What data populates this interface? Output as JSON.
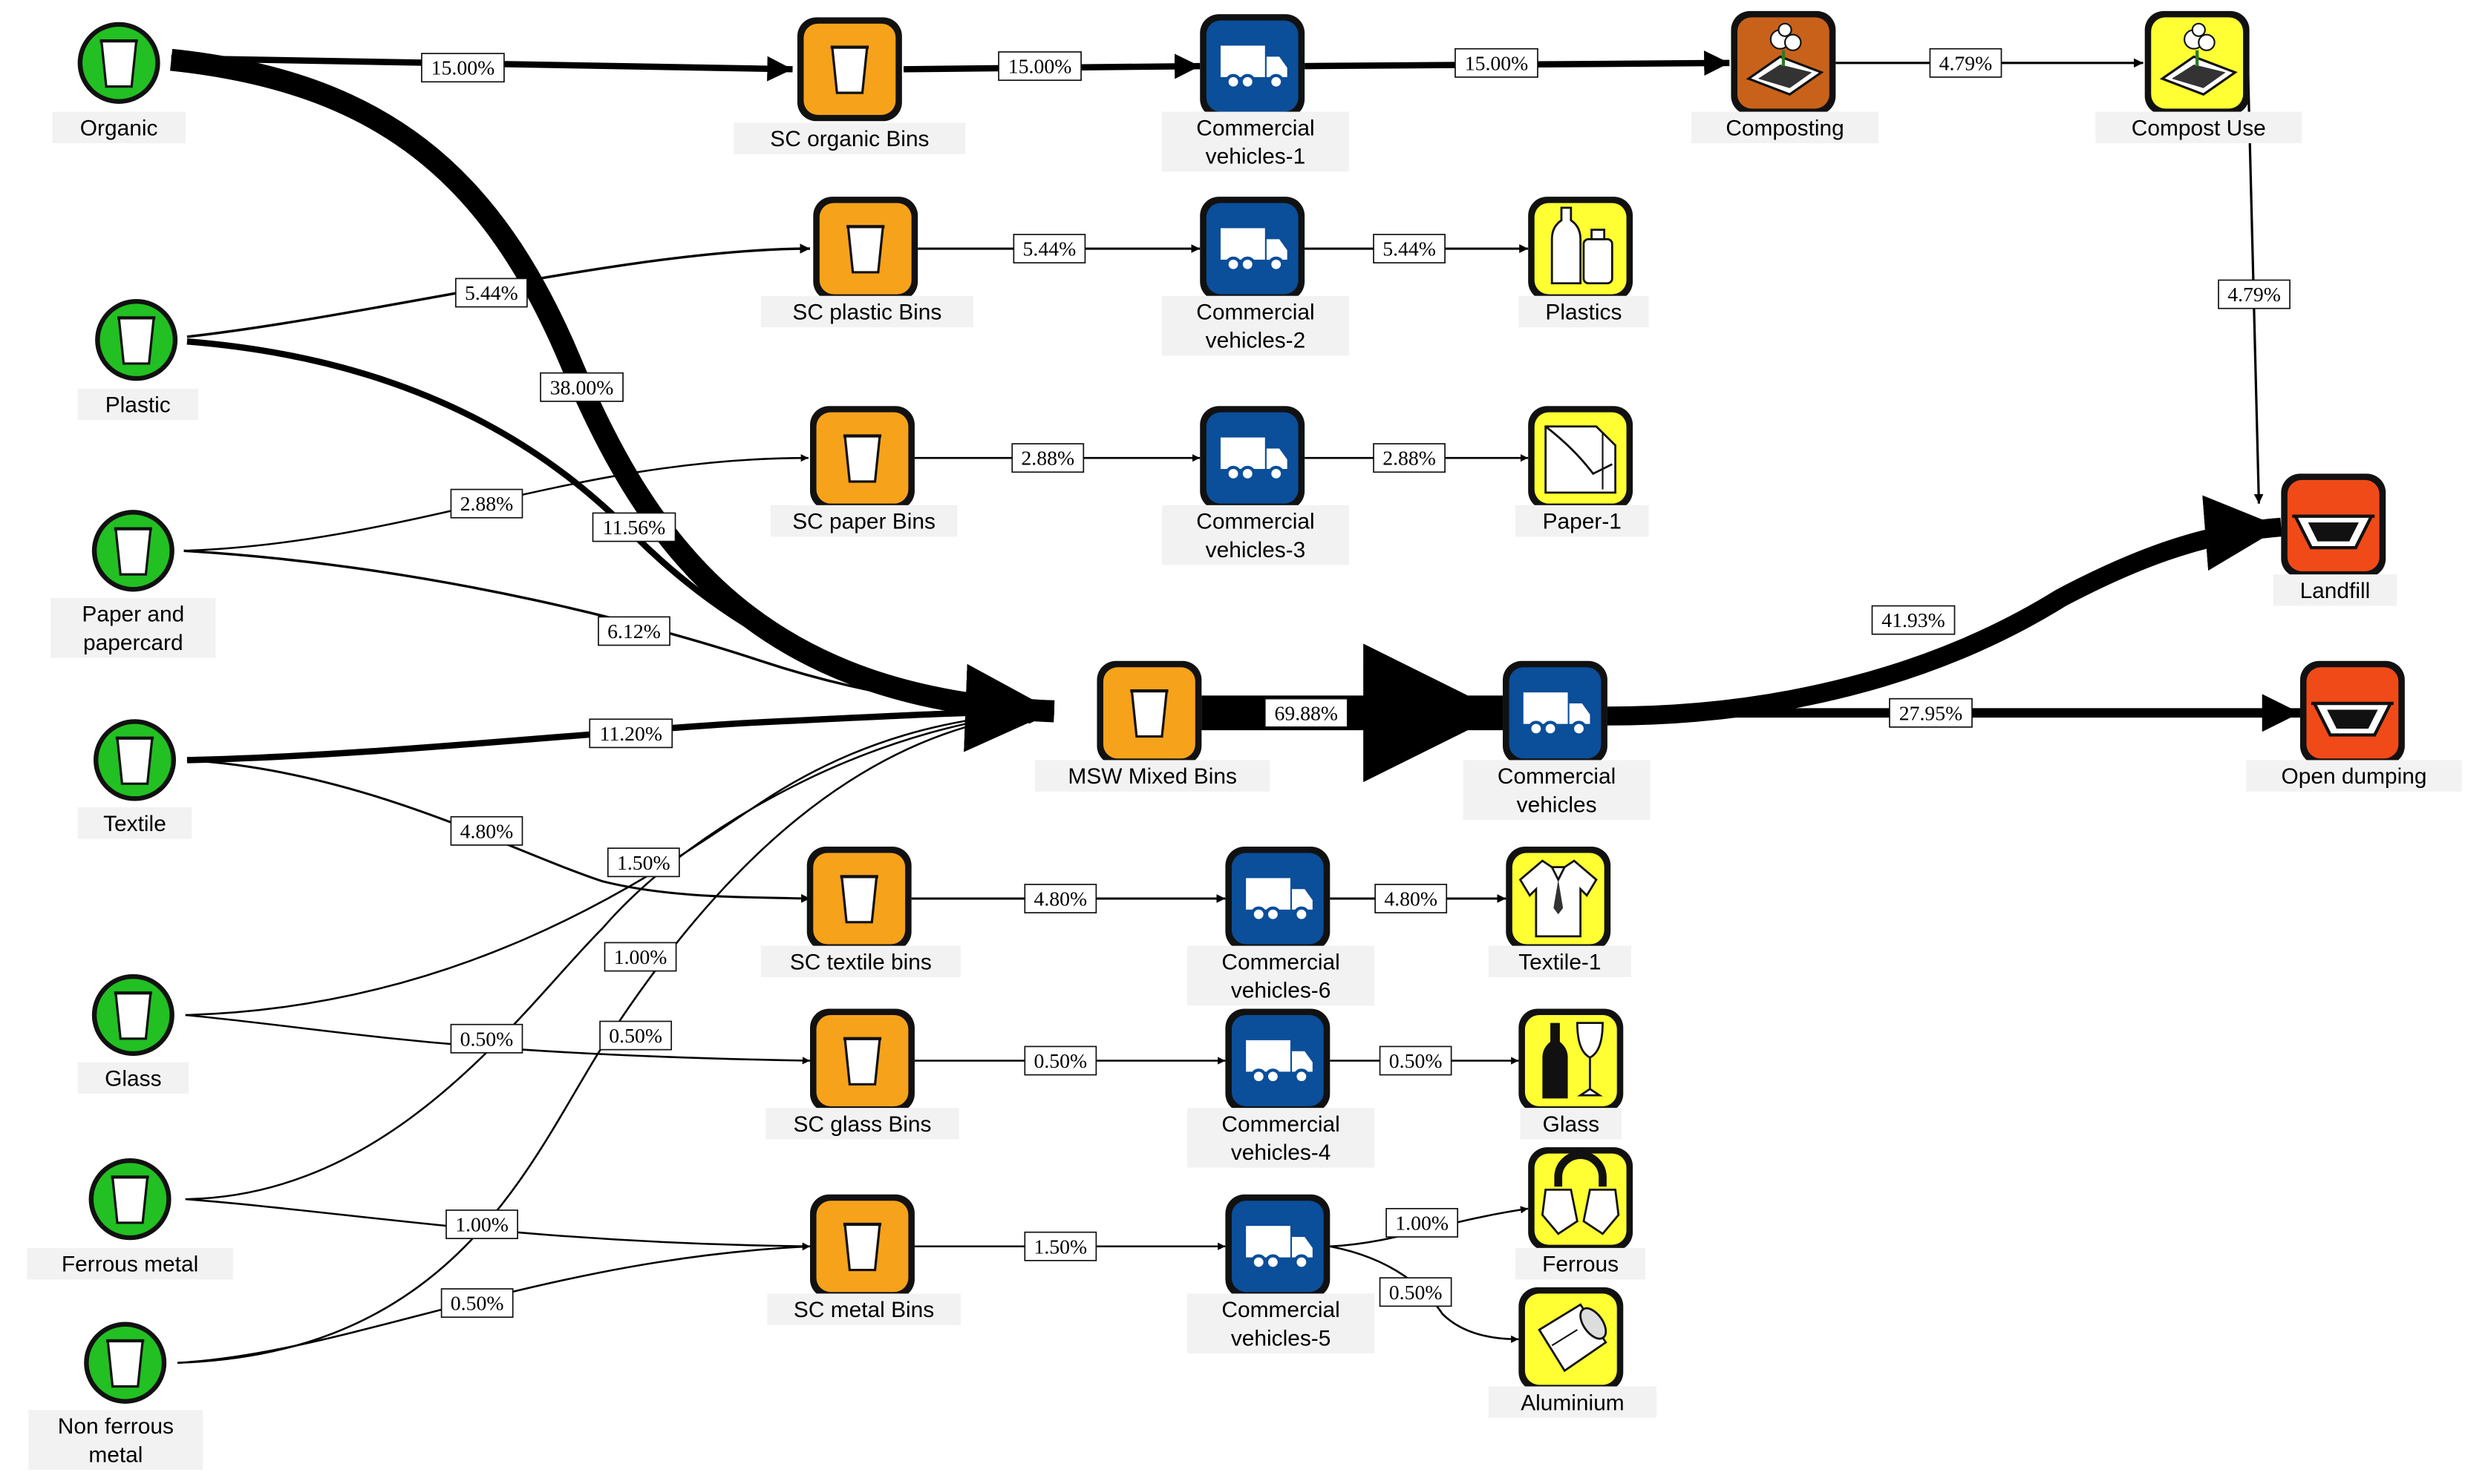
{
  "diagram": {
    "colors": {
      "source": "#22c022",
      "bin": "#f7a21b",
      "vehicle": "#0b4e99",
      "composting": "#c8621b",
      "product": "#ffff33",
      "disposal": "#f04a18",
      "line": "#000000",
      "label_bg": "#f2f2f2"
    },
    "nodes": [
      {
        "id": "organic",
        "label": "Organic",
        "kind": "source",
        "icon": "cup-icon"
      },
      {
        "id": "plastic",
        "label": "Plastic",
        "kind": "source",
        "icon": "cup-icon"
      },
      {
        "id": "paper",
        "label": "Paper and\npapercard",
        "kind": "source",
        "icon": "cup-icon"
      },
      {
        "id": "textile",
        "label": "Textile",
        "kind": "source",
        "icon": "cup-icon"
      },
      {
        "id": "glass",
        "label": "Glass",
        "kind": "source",
        "icon": "cup-icon"
      },
      {
        "id": "ferrous",
        "label": "Ferrous metal",
        "kind": "source",
        "icon": "cup-icon"
      },
      {
        "id": "nonferrous",
        "label": "Non ferrous\nmetal",
        "kind": "source",
        "icon": "cup-icon"
      },
      {
        "id": "sc_organic",
        "label": "SC organic Bins",
        "kind": "bin",
        "icon": "cup-icon"
      },
      {
        "id": "sc_plastic",
        "label": "SC plastic Bins",
        "kind": "bin",
        "icon": "cup-icon"
      },
      {
        "id": "sc_paper",
        "label": "SC paper Bins",
        "kind": "bin",
        "icon": "cup-icon"
      },
      {
        "id": "msw",
        "label": "MSW Mixed Bins",
        "kind": "bin",
        "icon": "cup-icon"
      },
      {
        "id": "sc_textile",
        "label": "SC textile bins",
        "kind": "bin",
        "icon": "cup-icon"
      },
      {
        "id": "sc_glass",
        "label": "SC glass Bins",
        "kind": "bin",
        "icon": "cup-icon"
      },
      {
        "id": "sc_metal",
        "label": "SC metal Bins",
        "kind": "bin",
        "icon": "cup-icon"
      },
      {
        "id": "cv1",
        "label": "Commercial\nvehicles-1",
        "kind": "vehicle",
        "icon": "truck-icon"
      },
      {
        "id": "cv2",
        "label": "Commercial\nvehicles-2",
        "kind": "vehicle",
        "icon": "truck-icon"
      },
      {
        "id": "cv3",
        "label": "Commercial\nvehicles-3",
        "kind": "vehicle",
        "icon": "truck-icon"
      },
      {
        "id": "cv",
        "label": "Commercial\nvehicles",
        "kind": "vehicle",
        "icon": "truck-icon"
      },
      {
        "id": "cv6",
        "label": "Commercial\nvehicles-6",
        "kind": "vehicle",
        "icon": "truck-icon"
      },
      {
        "id": "cv4",
        "label": "Commercial\nvehicles-4",
        "kind": "vehicle",
        "icon": "truck-icon"
      },
      {
        "id": "cv5",
        "label": "Commercial\nvehicles-5",
        "kind": "vehicle",
        "icon": "truck-icon"
      },
      {
        "id": "composting",
        "label": "Composting",
        "kind": "composting",
        "icon": "compost-icon"
      },
      {
        "id": "compost_use",
        "label": "Compost Use",
        "kind": "product",
        "icon": "compost-icon"
      },
      {
        "id": "plastics",
        "label": "Plastics",
        "kind": "product",
        "icon": "bottles-icon"
      },
      {
        "id": "paper1",
        "label": "Paper-1",
        "kind": "product",
        "icon": "paper-icon"
      },
      {
        "id": "textile1",
        "label": "Textile-1",
        "kind": "product",
        "icon": "shirt-icon"
      },
      {
        "id": "glass_p",
        "label": "Glass",
        "kind": "product",
        "icon": "glass-bottle-icon"
      },
      {
        "id": "ferrous_p",
        "label": "Ferrous",
        "kind": "product",
        "icon": "magnet-icon"
      },
      {
        "id": "aluminium",
        "label": "Aluminium",
        "kind": "product",
        "icon": "can-icon"
      },
      {
        "id": "landfill",
        "label": "Landfill",
        "kind": "disposal",
        "icon": "pit-icon"
      },
      {
        "id": "dumping",
        "label": "Open dumping",
        "kind": "disposal",
        "icon": "pit-icon"
      }
    ],
    "flows": [
      {
        "from": "organic",
        "to": "sc_organic",
        "value": 15.0,
        "label": "15.00%"
      },
      {
        "from": "organic",
        "to": "msw",
        "value": 38.0,
        "label": "38.00%"
      },
      {
        "from": "plastic",
        "to": "sc_plastic",
        "value": 5.44,
        "label": "5.44%"
      },
      {
        "from": "plastic",
        "to": "msw",
        "value": 11.56,
        "label": "11.56%"
      },
      {
        "from": "paper",
        "to": "sc_paper",
        "value": 2.88,
        "label": "2.88%"
      },
      {
        "from": "paper",
        "to": "msw",
        "value": 6.12,
        "label": "6.12%"
      },
      {
        "from": "textile",
        "to": "msw",
        "value": 11.2,
        "label": "11.20%"
      },
      {
        "from": "textile",
        "to": "sc_textile",
        "value": 4.8,
        "label": "4.80%"
      },
      {
        "from": "glass",
        "to": "msw",
        "value": 1.5,
        "label": "1.50%"
      },
      {
        "from": "glass",
        "to": "sc_glass",
        "value": 0.5,
        "label": "0.50%"
      },
      {
        "from": "ferrous",
        "to": "msw",
        "value": 1.0,
        "label": "1.00%"
      },
      {
        "from": "ferrous",
        "to": "sc_metal",
        "value": 1.0,
        "label": "1.00%"
      },
      {
        "from": "nonferrous",
        "to": "msw",
        "value": 0.5,
        "label": "0.50%"
      },
      {
        "from": "nonferrous",
        "to": "sc_metal",
        "value": 0.5,
        "label": "0.50%"
      },
      {
        "from": "sc_organic",
        "to": "cv1",
        "value": 15.0,
        "label": "15.00%"
      },
      {
        "from": "cv1",
        "to": "composting",
        "value": 15.0,
        "label": "15.00%"
      },
      {
        "from": "composting",
        "to": "compost_use",
        "value": 4.79,
        "label": "4.79%"
      },
      {
        "from": "compost_use",
        "to": "landfill",
        "value": 4.79,
        "label": "4.79%"
      },
      {
        "from": "sc_plastic",
        "to": "cv2",
        "value": 5.44,
        "label": "5.44%"
      },
      {
        "from": "cv2",
        "to": "plastics",
        "value": 5.44,
        "label": "5.44%"
      },
      {
        "from": "sc_paper",
        "to": "cv3",
        "value": 2.88,
        "label": "2.88%"
      },
      {
        "from": "cv3",
        "to": "paper1",
        "value": 2.88,
        "label": "2.88%"
      },
      {
        "from": "msw",
        "to": "cv",
        "value": 69.88,
        "label": "69.88%"
      },
      {
        "from": "cv",
        "to": "landfill",
        "value": 41.93,
        "label": "41.93%"
      },
      {
        "from": "cv",
        "to": "dumping",
        "value": 27.95,
        "label": "27.95%"
      },
      {
        "from": "sc_textile",
        "to": "cv6",
        "value": 4.8,
        "label": "4.80%"
      },
      {
        "from": "cv6",
        "to": "textile1",
        "value": 4.8,
        "label": "4.80%"
      },
      {
        "from": "sc_glass",
        "to": "cv4",
        "value": 0.5,
        "label": "0.50%"
      },
      {
        "from": "cv4",
        "to": "glass_p",
        "value": 0.5,
        "label": "0.50%"
      },
      {
        "from": "sc_metal",
        "to": "cv5",
        "value": 1.5,
        "label": "1.50%"
      },
      {
        "from": "cv5",
        "to": "ferrous_p",
        "value": 1.0,
        "label": "1.00%"
      },
      {
        "from": "cv5",
        "to": "aluminium",
        "value": 0.5,
        "label": "0.50%"
      }
    ]
  }
}
